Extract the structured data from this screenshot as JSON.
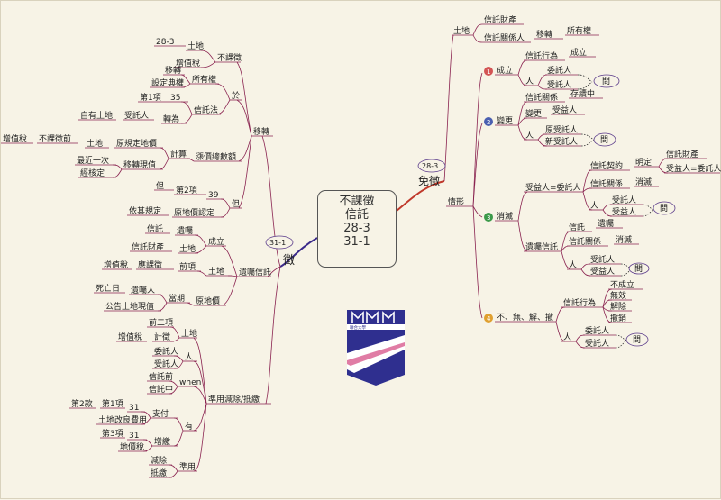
{
  "center": {
    "line1": "不課徵",
    "line2": "信託",
    "line3": "28-3",
    "line4": "31-1"
  },
  "left_main": {
    "badge": "31-1",
    "label": "徵"
  },
  "right_main": {
    "badge": "28-3",
    "label": "免徵"
  },
  "logo_text": "聯合大學",
  "colors": {
    "line": "#8a2350",
    "accent": "#c0392b",
    "bg": "#f7f3e6"
  },
  "labels": {
    "l_28_3": "28-3",
    "l_land1": "土地",
    "l_notax": "不課徵",
    "l_vat1": "增值稅",
    "l_moving": "移轉",
    "l_transfer1": "移轉",
    "l_ownership": "所有權",
    "l_setmort": "設定典權",
    "l_item1": "第1項",
    "l_35": "35",
    "l_trustlaw": "信託法",
    "l_self_land": "自有土地",
    "l_beneficiary1": "受託人",
    "l_convert": "轉為",
    "l_at": "於",
    "l_vat2": "增值稅",
    "l_notax_before": "不課徵前",
    "l_land2": "土地",
    "l_orig_price": "原規定地價",
    "l_calc": "計算",
    "l_total": "漲價總數額",
    "l_recent": "最近一次",
    "l_verified": "經核定",
    "l_transfer_price": "移轉現值",
    "l_but": "但",
    "l_item2": "第2項",
    "l_39": "39",
    "l_by_rule": "依其規定",
    "l_orig_value": "原地價認定",
    "l_but2": "但",
    "l_trust1": "信託",
    "l_will": "遺囑",
    "l_trust_prop": "信託財產",
    "l_land3": "土地",
    "l_established": "成立",
    "l_vat3": "增值稅",
    "l_taxable": "應課徵",
    "l_before": "前項",
    "l_land4": "土地",
    "l_will_trust": "遺囑信託",
    "l_deathday": "死亡日",
    "l_testator": "遺囑人",
    "l_when": "當期",
    "l_announce": "公告土地現值",
    "l_orig_price2": "原地價",
    "l_prev2": "前二項",
    "l_land5": "土地",
    "l_vat4": "增值稅",
    "l_calc_tax": "計徵",
    "l_settlor": "委託人",
    "l_beneficiary2": "受託人",
    "l_person": "人",
    "l_trust_before": "信託前",
    "l_trust_mid": "信託中",
    "l_when_en": "when",
    "l_sec2": "第2款",
    "l_item3": "第1項",
    "l_31a": "31",
    "l_pay": "支付",
    "l_improve": "土地改良費用",
    "l_have": "有",
    "l_item4": "第3項",
    "l_31b": "31",
    "l_landval_tax": "地價稅",
    "l_deduct": "增繳",
    "l_reduce": "減除",
    "l_offset": "抵繳",
    "l_apply": "準用",
    "l_apply_deduct": "準用減除/抵繳",
    "r_trust_prop": "信託財產",
    "r_land": "土地",
    "r_trust_rel": "信託關係人",
    "r_transfer": "移轉",
    "r_ownership": "所有權",
    "r_n1": "1",
    "r_established": "成立",
    "r_trust_act": "信託行為",
    "r_establish2": "成立",
    "r_person1": "人",
    "r_settlor1": "委託人",
    "r_beneficiary1": "受託人",
    "r_q1": "問",
    "r_n2": "2",
    "r_change": "變更",
    "r_trust_rel2": "信託關係",
    "r_exist": "存續中",
    "r_change2": "變更",
    "r_beneficiary2": "受益人",
    "r_person2": "人",
    "r_orig_ben": "原受託人",
    "r_new_ben": "新受託人",
    "r_q2": "問",
    "r_circ": "情形",
    "r_n3": "3",
    "r_extinct": "消滅",
    "r_same": "受益人=委託人",
    "r_trust_contract": "信託契約",
    "r_specify": "明定",
    "r_trust_prop2": "信託財產",
    "r_ben_eq": "受益人=委託人",
    "r_trust_rel3": "信託關係",
    "r_extinct2": "消滅",
    "r_person3": "人",
    "r_ben3": "受託人",
    "r_ben4": "受益人",
    "r_q3": "問",
    "r_trust2": "信託",
    "r_will": "遺囑",
    "r_will_trust": "遺囑信託",
    "r_trust_rel4": "信託關係",
    "r_extinct3": "消滅",
    "r_person4": "人",
    "r_ben5": "受託人",
    "r_ben6": "受益人",
    "r_q4": "問",
    "r_n4": "4",
    "r_notlist": "不、無、解、撤",
    "r_trust_act2": "信託行為",
    "r_not_est": "不成立",
    "r_invalid": "無效",
    "r_dissolve": "解除",
    "r_revoke": "撤銷",
    "r_person5": "人",
    "r_settlor5": "委託人",
    "r_ben7": "受託人",
    "r_q5": "問"
  }
}
